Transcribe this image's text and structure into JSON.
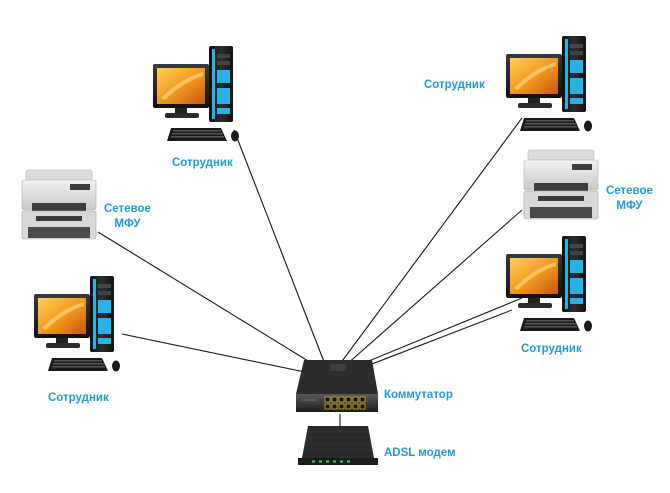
{
  "labels": {
    "employee": "Сотрудник",
    "mfu_line1": "Сетевое",
    "mfu_line2": "МФУ",
    "switch": "Коммутатор",
    "modem": "ADSL модем"
  },
  "colors": {
    "label": "#1f9ad6",
    "screen": "#f39a1e",
    "tower_accent": "#27b3e6",
    "line": "#1a1a1a"
  },
  "icons": [
    "computer-icon",
    "printer-icon",
    "network-switch-icon",
    "adsl-modem-icon"
  ]
}
